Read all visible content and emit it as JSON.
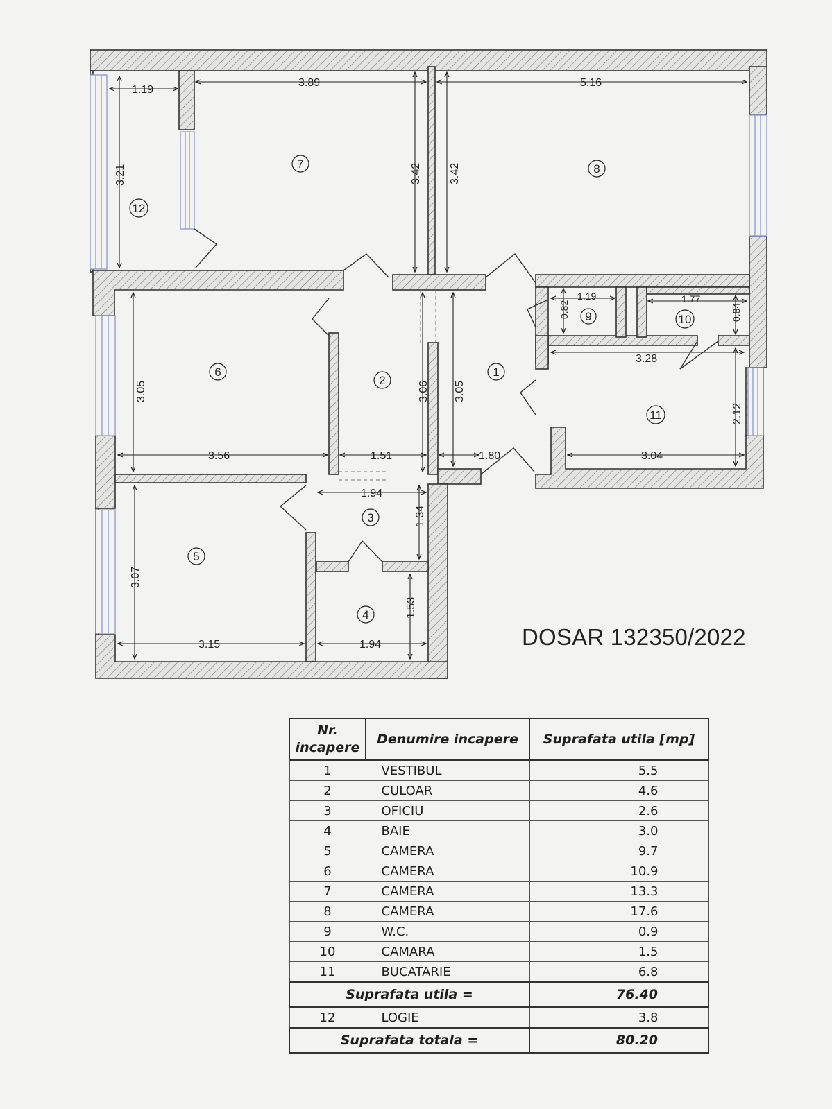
{
  "dosar_title": "DOSAR 132350/2022",
  "rooms": [
    {
      "nr": "1",
      "label": "1"
    },
    {
      "nr": "2",
      "label": "2"
    },
    {
      "nr": "3",
      "label": "3"
    },
    {
      "nr": "4",
      "label": "4"
    },
    {
      "nr": "5",
      "label": "5"
    },
    {
      "nr": "6",
      "label": "6"
    },
    {
      "nr": "7",
      "label": "7"
    },
    {
      "nr": "8",
      "label": "8"
    },
    {
      "nr": "9",
      "label": "9"
    },
    {
      "nr": "10",
      "label": "10"
    },
    {
      "nr": "11",
      "label": "11"
    },
    {
      "nr": "12",
      "label": "12"
    }
  ],
  "dimensions": {
    "d_1_19_top": "1.19",
    "d_3_89": "3.89",
    "d_5_16": "5.16",
    "d_3_21": "3.21",
    "d_3_42_a": "3.42",
    "d_3_42_b": "3.42",
    "d_0_82": "0.82",
    "d_1_19_wc": "1.19",
    "d_1_77": "1.77",
    "d_0_84": "0.84",
    "d_3_28": "3.28",
    "d_3_05_left": "3.05",
    "d_3_06": "3.06",
    "d_3_05_mid": "3.05",
    "d_2_12": "2.12",
    "d_3_56": "3.56",
    "d_1_51": "1.51",
    "d_1_80": "1.80",
    "d_3_04": "3.04",
    "d_1_94_a": "1.94",
    "d_1_34": "1.34",
    "d_3_07": "3.07",
    "d_1_53": "1.53",
    "d_3_15": "3.15",
    "d_1_94_b": "1.94"
  },
  "table": {
    "headers": {
      "nr": "Nr. incapere",
      "name": "Denumire incapere",
      "area": "Suprafata utila [mp]"
    },
    "rows": [
      {
        "nr": "1",
        "name": "VESTIBUL",
        "area": "5.5"
      },
      {
        "nr": "2",
        "name": "CULOAR",
        "area": "4.6"
      },
      {
        "nr": "3",
        "name": "OFICIU",
        "area": "2.6"
      },
      {
        "nr": "4",
        "name": "BAIE",
        "area": "3.0"
      },
      {
        "nr": "5",
        "name": "CAMERA",
        "area": "9.7"
      },
      {
        "nr": "6",
        "name": "CAMERA",
        "area": "10.9"
      },
      {
        "nr": "7",
        "name": "CAMERA",
        "area": "13.3"
      },
      {
        "nr": "8",
        "name": "CAMERA",
        "area": "17.6"
      },
      {
        "nr": "9",
        "name": "W.C.",
        "area": "0.9"
      },
      {
        "nr": "10",
        "name": "CAMARA",
        "area": "1.5"
      },
      {
        "nr": "11",
        "name": "BUCATARIE",
        "area": "6.8"
      }
    ],
    "subtotal": {
      "label": "Suprafata utila =",
      "value": "76.40"
    },
    "extra_row": {
      "nr": "12",
      "name": "LOGIE",
      "area": "3.8"
    },
    "total": {
      "label": "Suprafata totala =",
      "value": "80.20"
    }
  }
}
